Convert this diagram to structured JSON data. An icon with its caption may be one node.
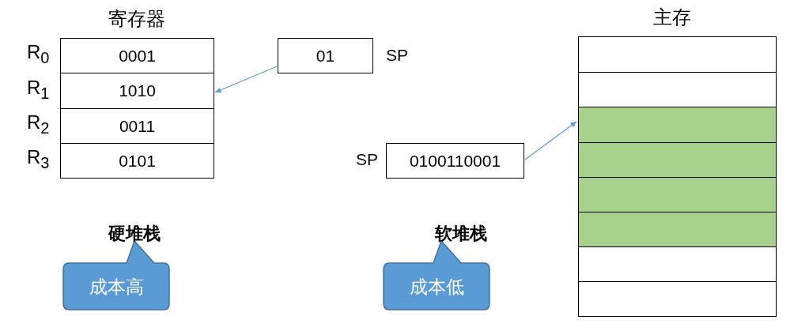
{
  "diagram": {
    "nodes": [
      {
        "text": [
          "0001"
        ],
        "beside": [
          "R$_{0}$"
        ]
      },
      {
        "text": [
          "1010"
        ],
        "beside": [
          "R$_{1}$"
        ]
      },
      {
        "text": [
          "0011"
        ],
        "beside": [
          "R$_{2}$"
        ]
      },
      {
        "text": [
          "0101"
        ],
        "beside": [
          "R$_{3}$"
        ]
      },
      {
        "text": [
          "01"
        ],
        "beside": [
          "SP"
        ]
      },
      {
        "text": [
          "0100110001"
        ],
        "beside": [
          "SP"
        ]
      },
      {
        "text": [],
        "shape": "box"
      },
      {
        "text": [],
        "shape": "box"
      },
      {
        "text": [],
        "shape": "box"
      },
      {
        "text": [],
        "shape": "box"
      },
      {
        "text": [],
        "shape": "box"
      },
      {
        "text": [],
        "shape": "box"
      },
      {
        "text": [],
        "shape": "box"
      },
      {
        "text": [],
        "shape": "box"
      },
      {
        "text": [
          "成本高"
        ]
      },
      {
        "text": [
          "成本低"
        ]
      }
    ],
    "edges": [
      {
        "from": 4,
        "to": 1,
        "arrow": "to"
      },
      {
        "from": 5,
        "to": 8,
        "arrow": "to"
      }
    ],
    "labels": [
      "寄存器",
      "主存",
      "硬堆栈",
      "软堆栈"
    ]
  }
}
